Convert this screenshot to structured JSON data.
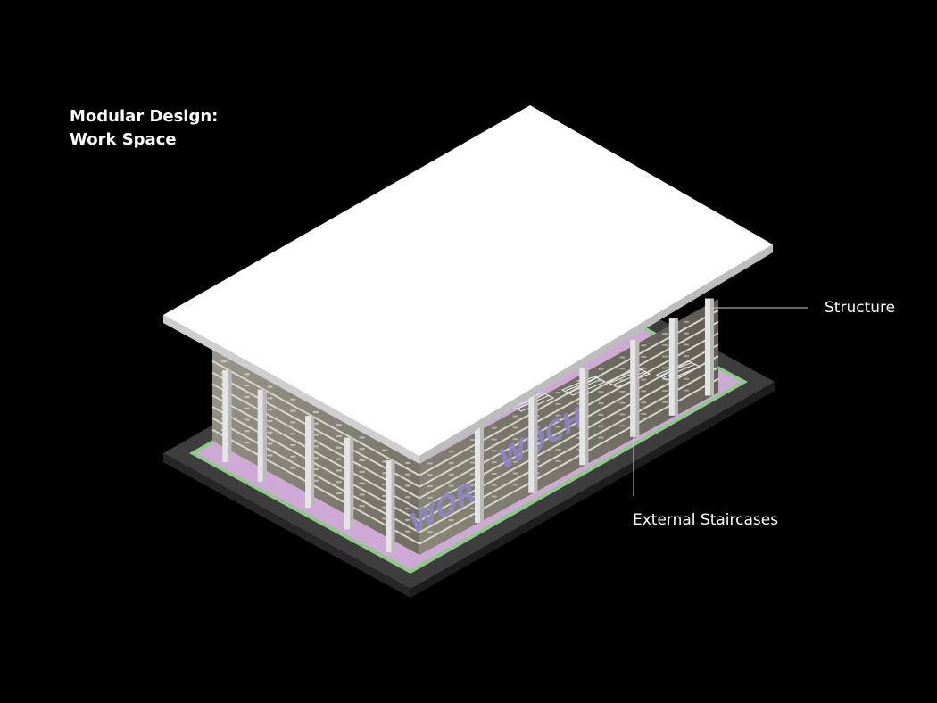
{
  "title": {
    "line1": "Modular Design:",
    "line2": "Work Space"
  },
  "annotations": {
    "structure": "Structure",
    "external_staircases": "External Staircases"
  },
  "signage": {
    "word_left": "WOR",
    "word_right": "WOCH"
  },
  "colors": {
    "background": "#000000",
    "roof": "#ffffff",
    "plinth": "#3c3c3c",
    "ground": "#cfa9d6",
    "grass_edge": "#8fc98a",
    "facade": "#8a8678",
    "column": "#e4e4e4",
    "signage": "#8c86c4"
  }
}
